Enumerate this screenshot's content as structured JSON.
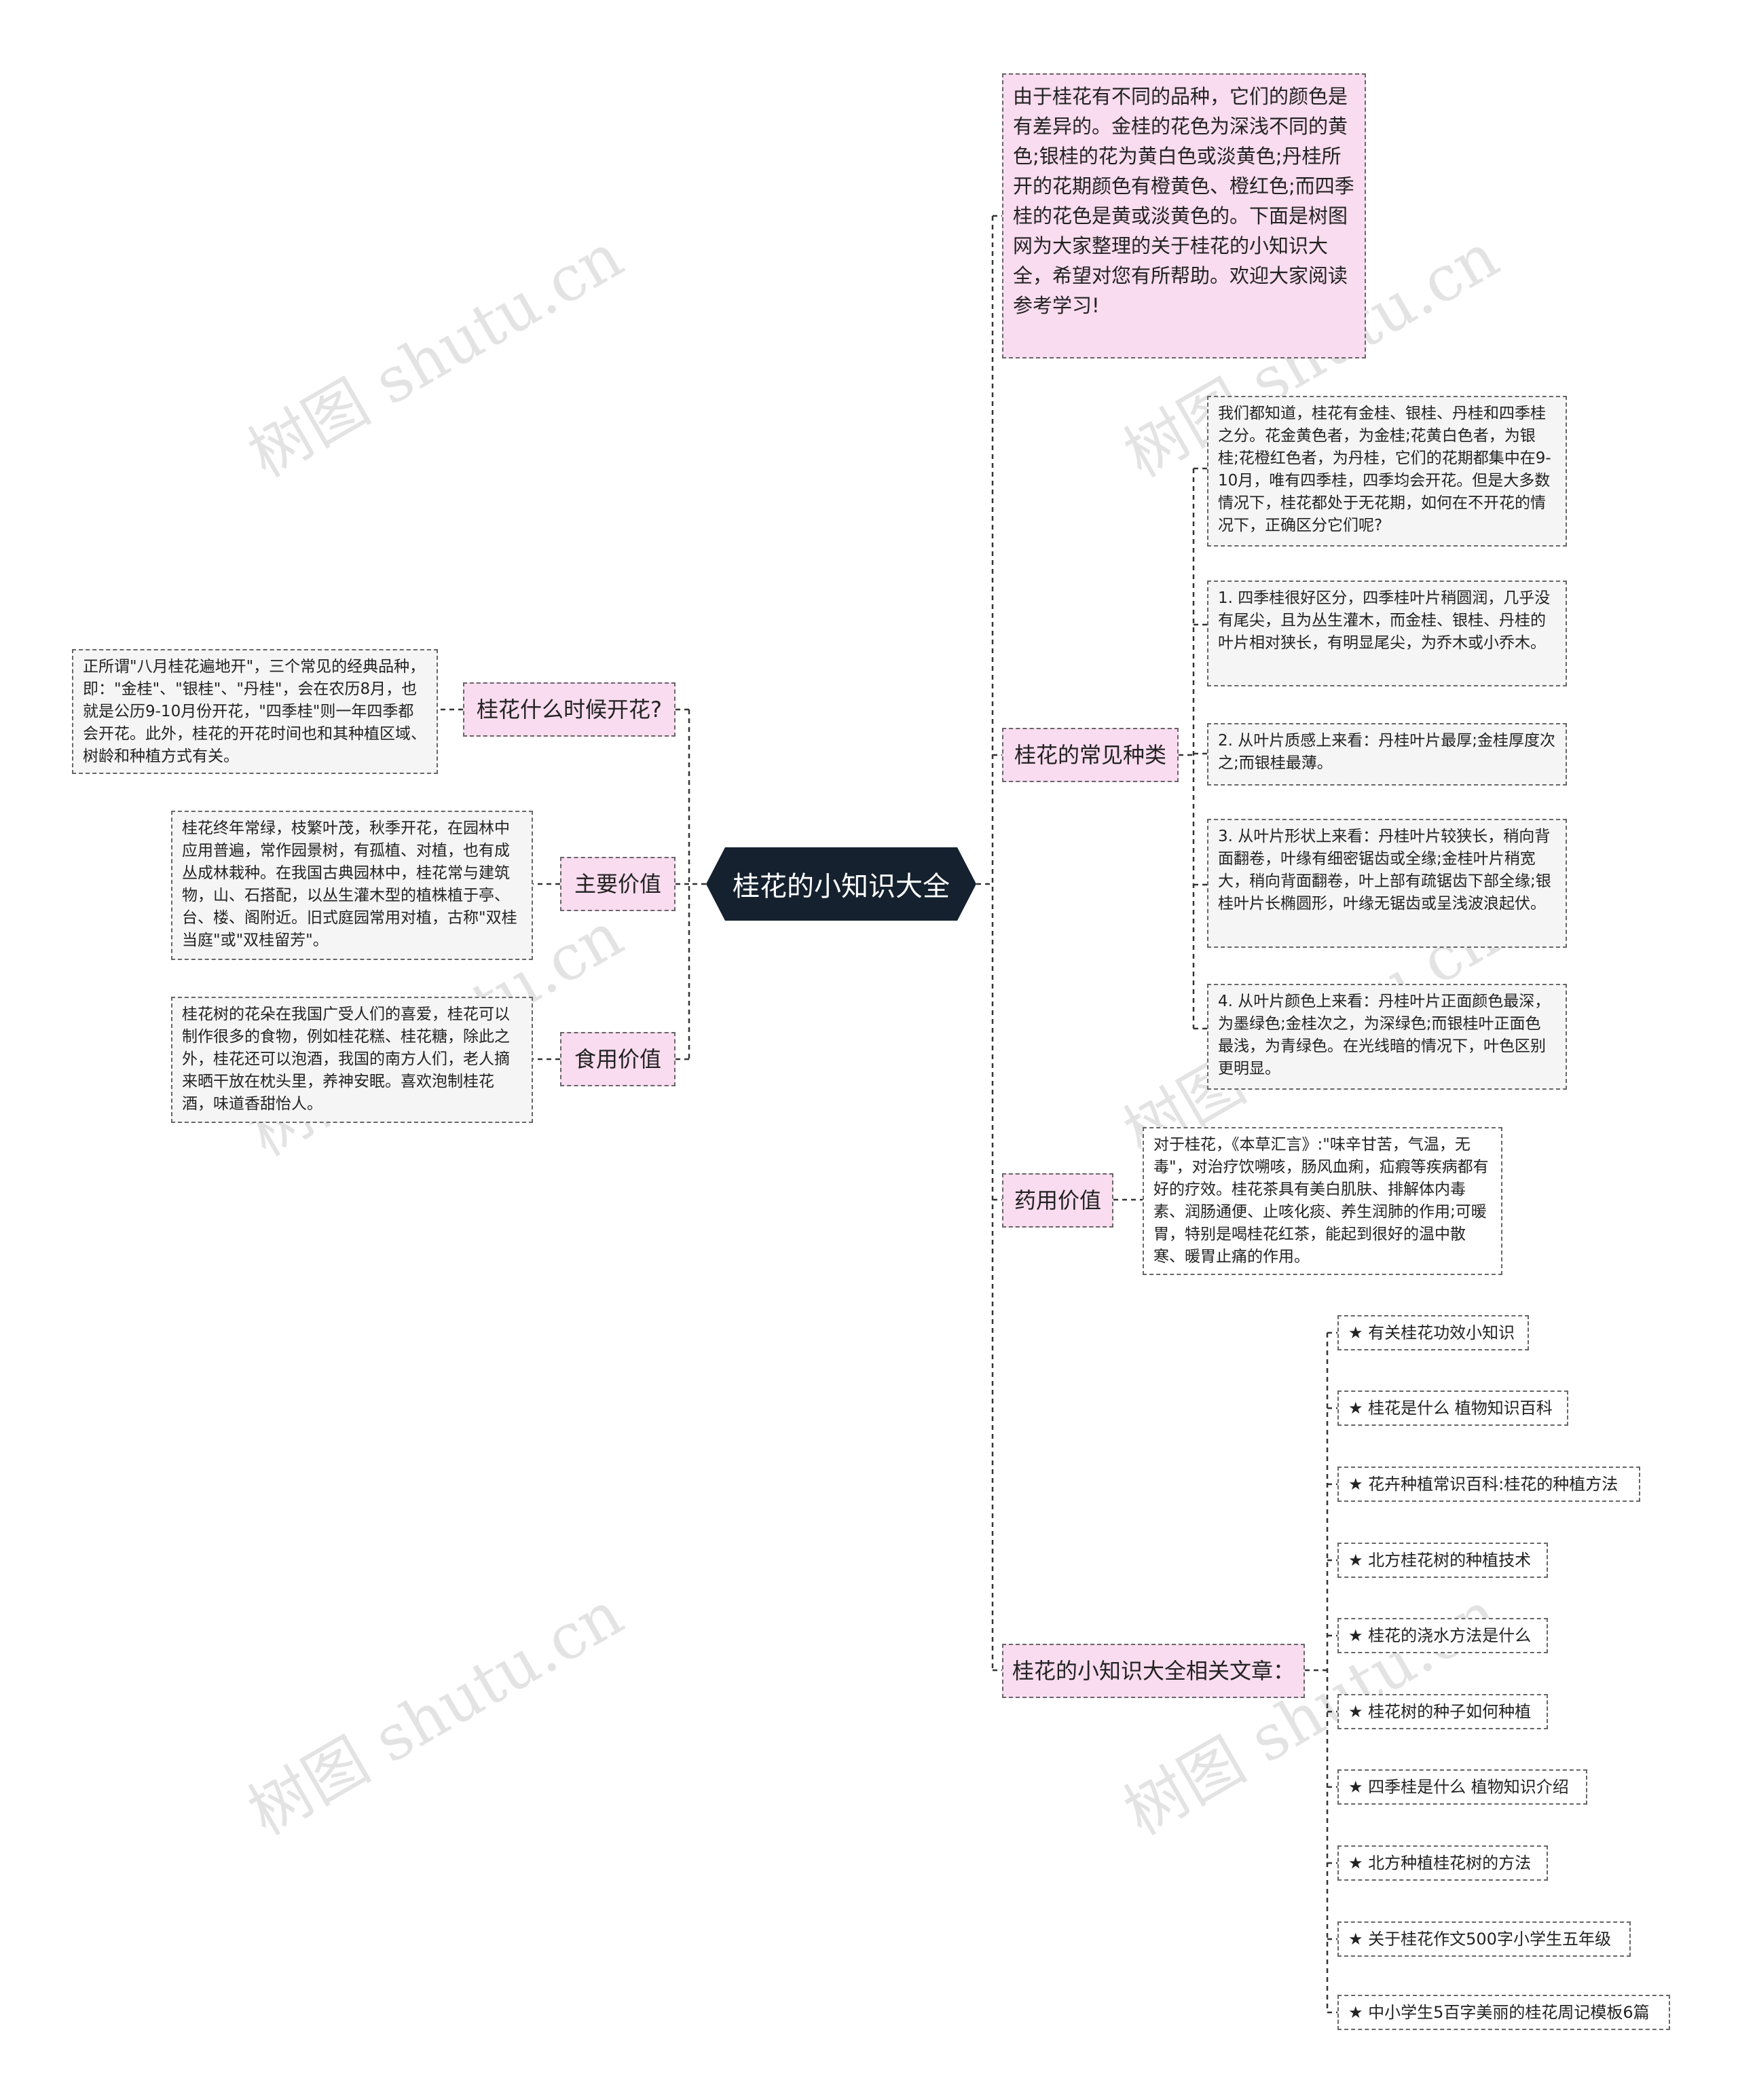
{
  "root": {
    "label": "桂花的小知识大全"
  },
  "intro": {
    "text": "由于桂花有不同的品种，它们的颜色是有差异的。金桂的花色为深浅不同的黄色;银桂的花为黄白色或淡黄色;丹桂所开的花期颜色有橙黄色、橙红色;而四季桂的花色是黄或淡黄色的。下面是树图网为大家整理的关于桂花的小知识大全，希望对您有所帮助。欢迎大家阅读参考学习!"
  },
  "right_branches": {
    "types": {
      "label": "桂花的常见种类",
      "items": [
        "我们都知道，桂花有金桂、银桂、丹桂和四季桂之分。花金黄色者，为金桂;花黄白色者，为银桂;花橙红色者，为丹桂，它们的花期都集中在9-10月，唯有四季桂，四季均会开花。但是大多数情况下，桂花都处于无花期，如何在不开花的情况下，正确区分它们呢?",
        "1. 四季桂很好区分，四季桂叶片稍圆润，几乎没有尾尖，且为丛生灌木，而金桂、银桂、丹桂的叶片相对狭长，有明显尾尖，为乔木或小乔木。",
        "2. 从叶片质感上来看：丹桂叶片最厚;金桂厚度次之;而银桂最薄。",
        "3. 从叶片形状上来看：丹桂叶片较狭长，稍向背面翻卷，叶缘有细密锯齿或全缘;金桂叶片稍宽大，稍向背面翻卷，叶上部有疏锯齿下部全缘;银桂叶片长椭圆形，叶缘无锯齿或呈浅波浪起伏。",
        "4. 从叶片颜色上来看：丹桂叶片正面颜色最深，为墨绿色;金桂次之，为深绿色;而银桂叶正面色最浅，为青绿色。在光线暗的情况下，叶色区别更明显。"
      ]
    },
    "medicine": {
      "label": "药用价值",
      "text": "对于桂花，《本草汇言》:\"味辛甘苦，气温，无毒\"，对治疗饮嗍咳，肠风血痢，疝瘕等疾病都有好的疗效。桂花茶具有美白肌肤、排解体内毒素、润肠通便、止咳化痰、养生润肺的作用;可暖胃，特别是喝桂花红茶，能起到很好的温中散寒、暖胃止痛的作用。"
    },
    "articles": {
      "label": "桂花的小知识大全相关文章：",
      "items": [
        "★ 有关桂花功效小知识",
        "★ 桂花是什么 植物知识百科",
        "★ 花卉种植常识百科:桂花的种植方法",
        "★ 北方桂花树的种植技术",
        "★ 桂花的浇水方法是什么",
        "★ 桂花树的种子如何种植",
        "★ 四季桂是什么 植物知识介绍",
        "★ 北方种植桂花树的方法",
        "★ 关于桂花作文500字小学生五年级",
        "★ 中小学生5百字美丽的桂花周记模板6篇"
      ]
    }
  },
  "left_branches": {
    "bloom": {
      "label": "桂花什么时候开花?",
      "text": "正所谓\"八月桂花遍地开\"，三个常见的经典品种，即：\"金桂\"、\"银桂\"、\"丹桂\"，会在农历8月，也就是公历9-10月份开花，\"四季桂\"则一年四季都会开花。此外，桂花的开花时间也和其种植区域、树龄和种植方式有关。"
    },
    "main_value": {
      "label": "主要价值",
      "text": "桂花终年常绿，枝繁叶茂，秋季开花，在园林中应用普遍，常作园景树，有孤植、对植，也有成丛成林栽种。在我国古典园林中，桂花常与建筑物，山、石搭配，以丛生灌木型的植株植于亭、台、楼、阁附近。旧式庭园常用对植，古称\"双桂当庭\"或\"双桂留芳\"。"
    },
    "food_value": {
      "label": "食用价值",
      "text": "桂花树的花朵在我国广受人们的喜爱，桂花可以制作很多的食物，例如桂花糕、桂花糖，除此之外，桂花还可以泡酒，我国的南方人们，老人摘来晒干放在枕头里，养神安眠。喜欢泡制桂花酒，味道香甜怡人。"
    }
  },
  "watermark": "树图 shutu.cn",
  "colors": {
    "root_bg": "#15212e",
    "branch_bg": "#f9dcef",
    "leaf_bg": "#f5f5f5",
    "line": "#333333"
  }
}
